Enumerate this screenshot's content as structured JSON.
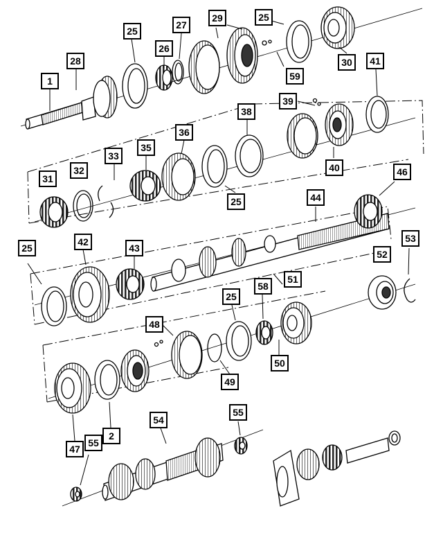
{
  "diagram": {
    "type": "exploded-parts-diagram",
    "subject": "manual transmission gear train",
    "callouts": [
      {
        "id": "1"
      },
      {
        "id": "28"
      },
      {
        "id": "25",
        "ref": "a"
      },
      {
        "id": "26"
      },
      {
        "id": "27"
      },
      {
        "id": "29"
      },
      {
        "id": "25",
        "ref": "b"
      },
      {
        "id": "30"
      },
      {
        "id": "41"
      },
      {
        "id": "59"
      },
      {
        "id": "39"
      },
      {
        "id": "38"
      },
      {
        "id": "36"
      },
      {
        "id": "35"
      },
      {
        "id": "33"
      },
      {
        "id": "32"
      },
      {
        "id": "31"
      },
      {
        "id": "25",
        "ref": "c"
      },
      {
        "id": "40"
      },
      {
        "id": "46"
      },
      {
        "id": "44"
      },
      {
        "id": "25",
        "ref": "d"
      },
      {
        "id": "42"
      },
      {
        "id": "43"
      },
      {
        "id": "52"
      },
      {
        "id": "53"
      },
      {
        "id": "51"
      },
      {
        "id": "25",
        "ref": "e"
      },
      {
        "id": "58"
      },
      {
        "id": "48"
      },
      {
        "id": "50"
      },
      {
        "id": "49"
      },
      {
        "id": "47"
      },
      {
        "id": "2"
      },
      {
        "id": "55",
        "ref": "a"
      },
      {
        "id": "54"
      },
      {
        "id": "55",
        "ref": "b"
      }
    ]
  }
}
